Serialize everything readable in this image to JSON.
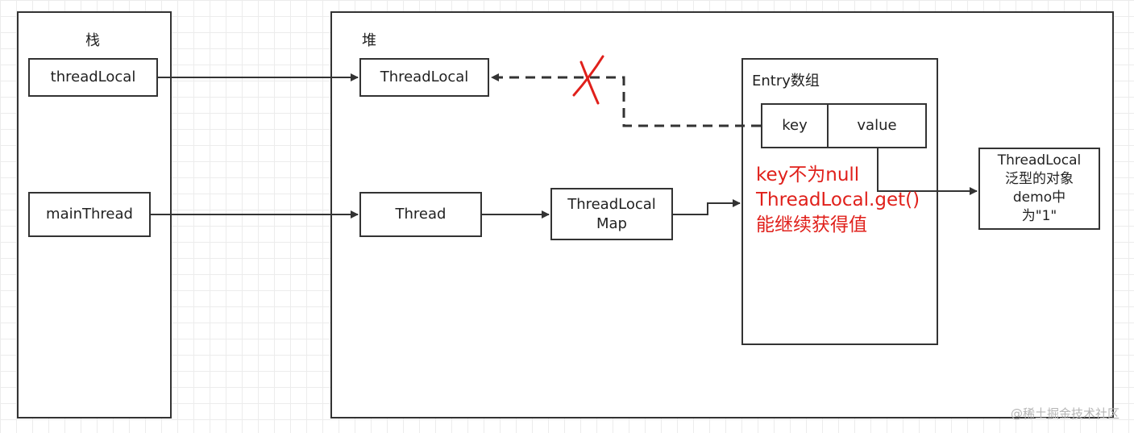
{
  "stack": {
    "title": "栈",
    "thread_local_ref": "threadLocal",
    "main_thread_ref": "mainThread"
  },
  "heap": {
    "title": "堆",
    "thread_local_object": "ThreadLocal",
    "thread_object": "Thread",
    "map_object": [
      "ThreadLocal",
      "Map"
    ],
    "entry_array": {
      "title": "Entry数组",
      "key_label": "key",
      "value_label": "value"
    },
    "value_object": [
      "ThreadLocal",
      "泛型的对象",
      "demo中",
      "为\"1\""
    ]
  },
  "annotation": {
    "lines": [
      "key不为null",
      "ThreadLocal.get()",
      "能继续获得值"
    ],
    "color": "#e0201b"
  },
  "watermark": "@稀土掘金技术社区",
  "colors": {
    "stroke": "#333333",
    "cross_mark": "#e0201b",
    "grid": "#ececec"
  }
}
